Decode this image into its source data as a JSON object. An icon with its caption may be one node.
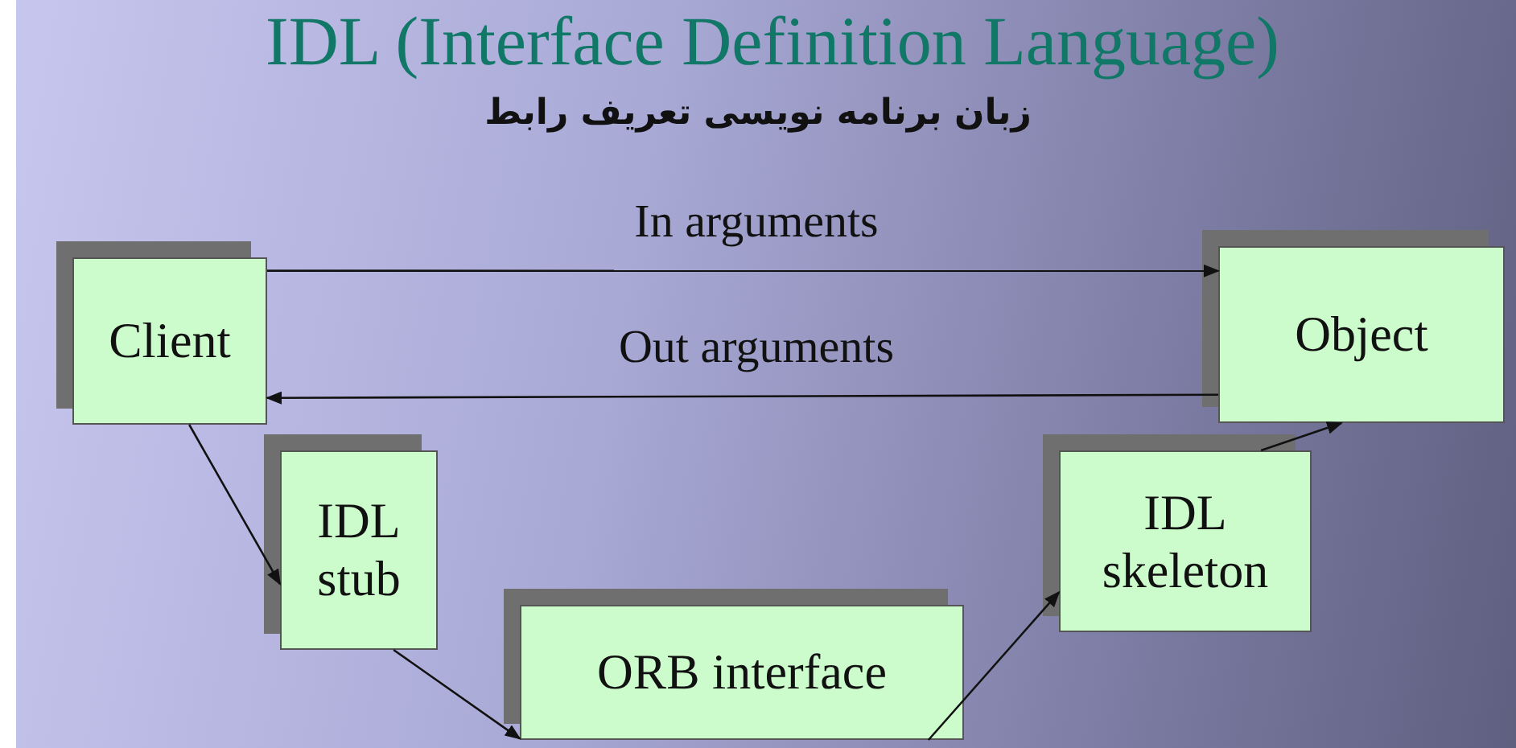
{
  "diagram": {
    "title": "IDL (Interface Definition Language)",
    "nodes": [
      {
        "text": [
          "Client"
        ]
      },
      {
        "text": [
          "Object"
        ]
      },
      {
        "text": [
          "IDL stub"
        ]
      },
      {
        "text": [
          "ORB interface"
        ]
      },
      {
        "text": [
          "IDL skeleton"
        ]
      }
    ],
    "edges": [
      {
        "from": 0,
        "to": 1,
        "arrow": "to",
        "label": "In arguments"
      },
      {
        "from": 1,
        "to": 0,
        "arrow": "to",
        "label": "Out arguments"
      },
      {
        "from": 0,
        "to": 2,
        "arrow": "to"
      },
      {
        "from": 2,
        "to": 3,
        "arrow": "to"
      },
      {
        "from": 3,
        "to": 4,
        "arrow": "to"
      },
      {
        "from": 4,
        "to": 1,
        "arrow": "to"
      }
    ],
    "labels": [
      "زبان برنامه نویسی تعریف رابط"
    ]
  }
}
